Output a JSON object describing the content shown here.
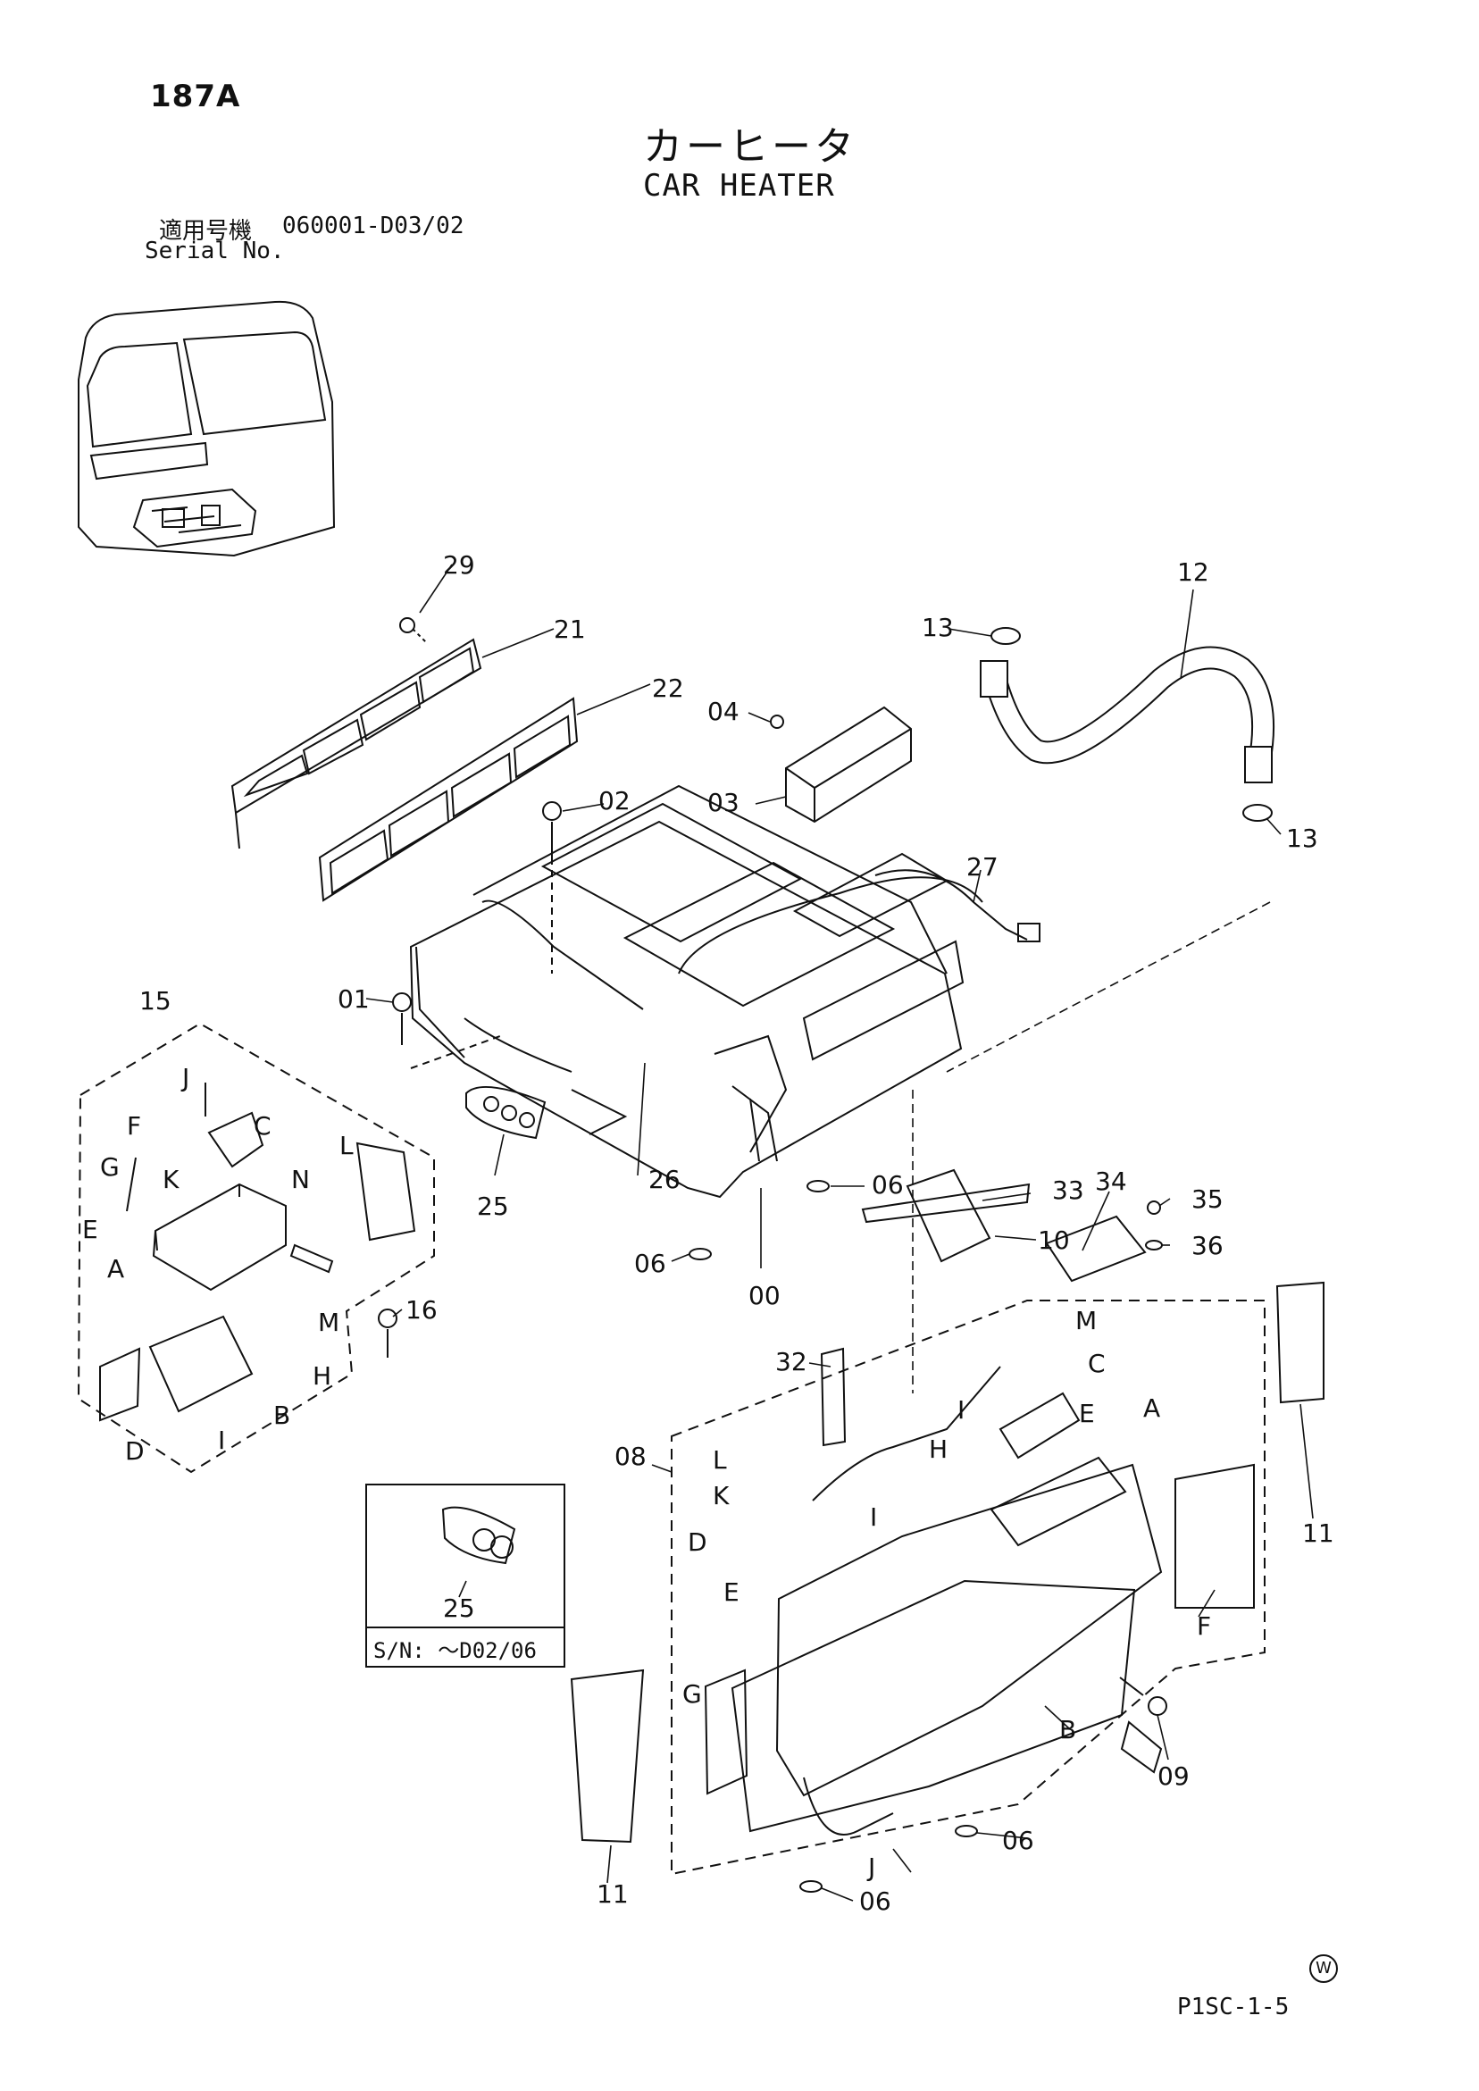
{
  "header": {
    "page_number": "187A",
    "title_jp": "カーヒータ",
    "title_en": "CAR HEATER",
    "serial_label_jp": "適用号機",
    "serial_value": "060001-D03/02",
    "serial_label_en": "Serial No."
  },
  "callouts": {
    "c29": "29",
    "c21": "21",
    "c22": "22",
    "c12": "12",
    "c13a": "13",
    "c13b": "13",
    "c04": "04",
    "c03": "03",
    "c02": "02",
    "c27": "27",
    "c15": "15",
    "c01": "01",
    "c25": "25",
    "c26": "26",
    "c06a": "06",
    "c06b": "06",
    "c06c": "06",
    "c06d": "06",
    "c00": "00",
    "c33": "33",
    "c34": "34",
    "c35": "35",
    "c36": "36",
    "c10": "10",
    "c16": "16",
    "c32": "32",
    "c08": "08",
    "c11a": "11",
    "c11b": "11",
    "c09": "09",
    "lJ1": "J",
    "lF1": "F",
    "lC1": "C",
    "lG1": "G",
    "lK1": "K",
    "lE1": "E",
    "lN1": "N",
    "lL1": "L",
    "lA1": "A",
    "lM1": "M",
    "lH1": "H",
    "lB1": "B",
    "lD1": "D",
    "lI1": "I",
    "lM2": "M",
    "lC2": "C",
    "lI2": "I",
    "lE2": "E",
    "lA2": "A",
    "lH2": "H",
    "lL2": "L",
    "lK2": "K",
    "lI3": "I",
    "lD2": "D",
    "lE3": "E",
    "lF2": "F",
    "lG2": "G",
    "lB2": "B",
    "lJ2": "J"
  },
  "inset": {
    "part": "25",
    "caption": "S/N: ～D02/06"
  },
  "footer": {
    "mark": "W",
    "page_code": "P1SC-1-5"
  }
}
